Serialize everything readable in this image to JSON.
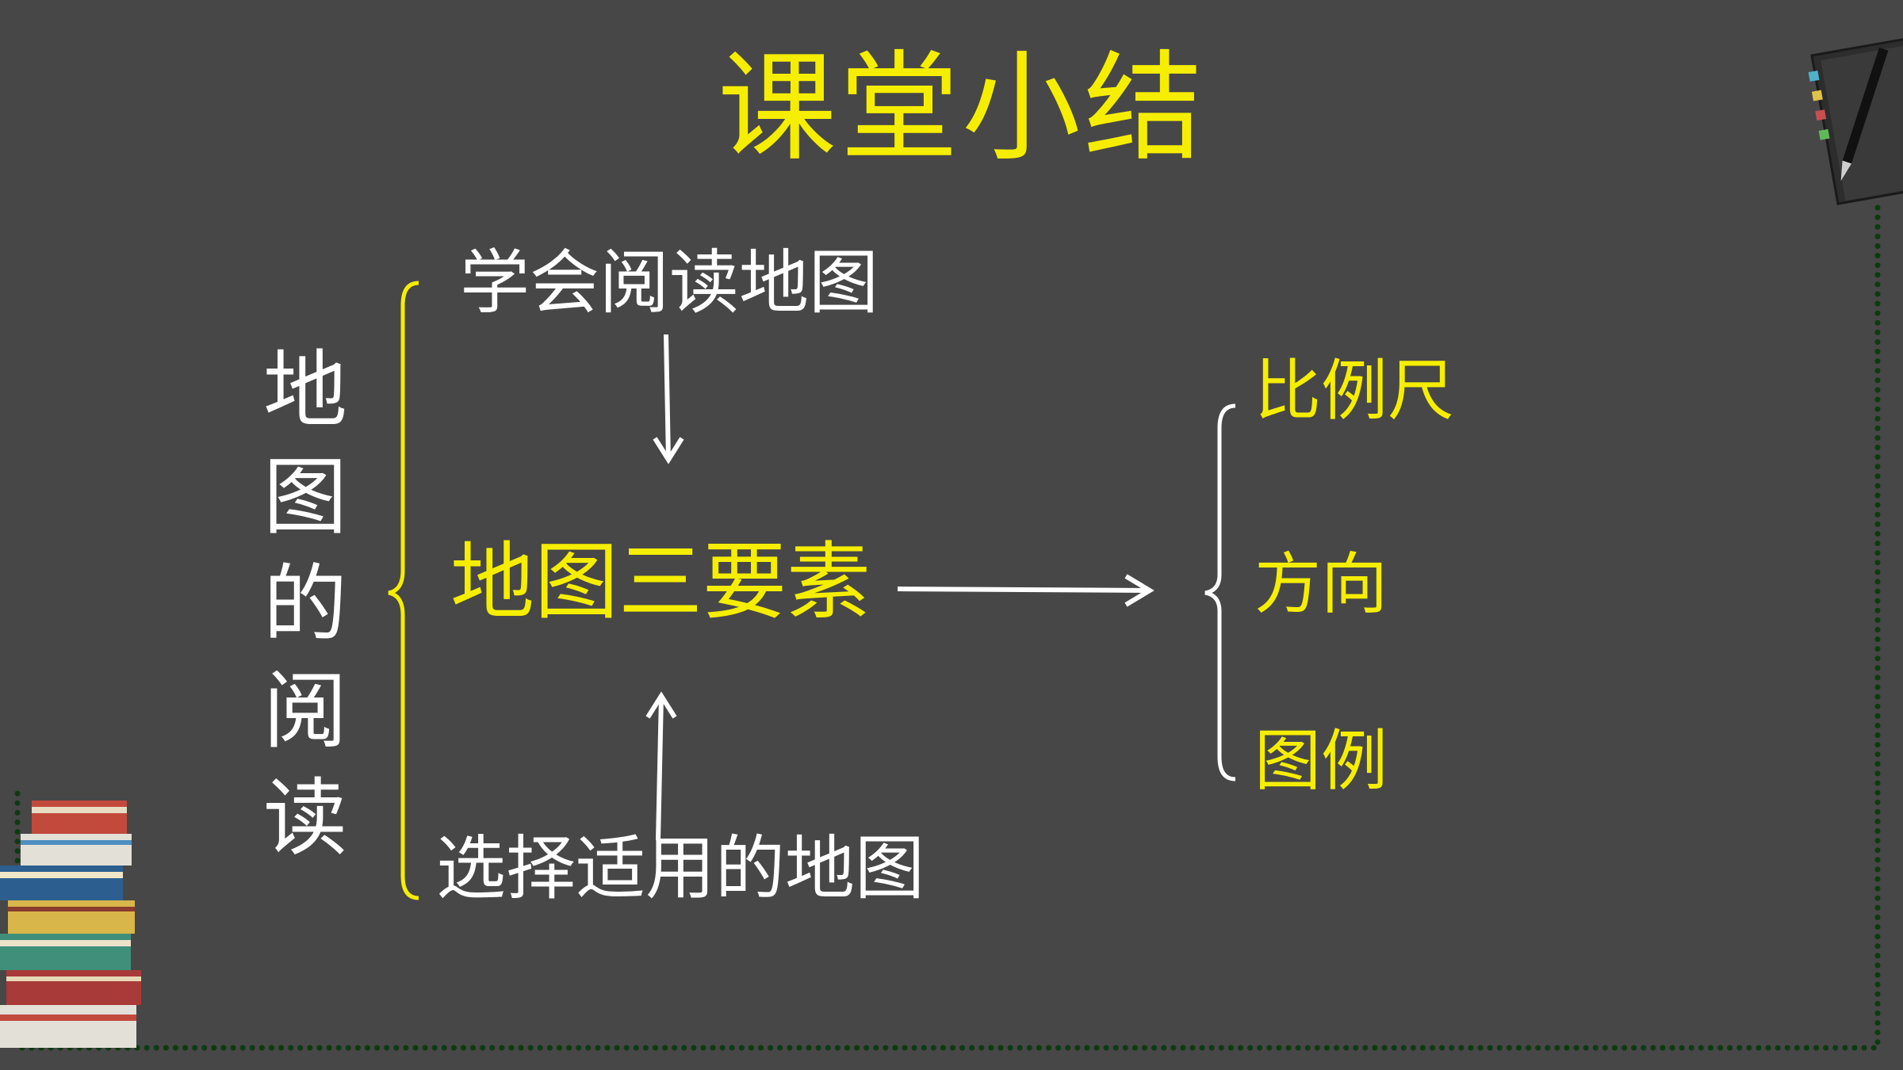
{
  "slide": {
    "title": "课堂小结",
    "vertical_label": "地图的阅读",
    "top_node": "学会阅读地图",
    "center_node": "地图三要素",
    "bottom_node": "选择适用的地图",
    "elements": [
      "比例尺",
      "方向",
      "图例"
    ]
  },
  "colors": {
    "background": "#474747",
    "accent_yellow": "#f6ee00",
    "text_white": "#ffffff",
    "dot_border": "#0e3a12"
  },
  "icons": [
    "notebook-pen-icon",
    "book-stack-icon"
  ]
}
